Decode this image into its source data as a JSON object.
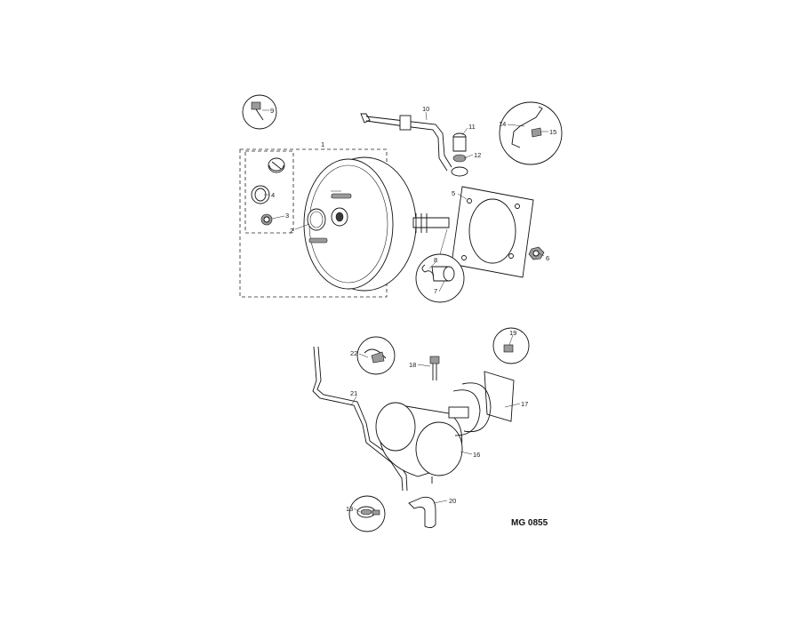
{
  "diagram": {
    "reference": "MG 0855",
    "callouts": [
      "1",
      "2",
      "3",
      "4",
      "5",
      "6",
      "7",
      "8",
      "9",
      "10",
      "11",
      "12",
      "13",
      "14",
      "15",
      "16",
      "17",
      "18",
      "19",
      "20",
      "21",
      "22"
    ]
  }
}
